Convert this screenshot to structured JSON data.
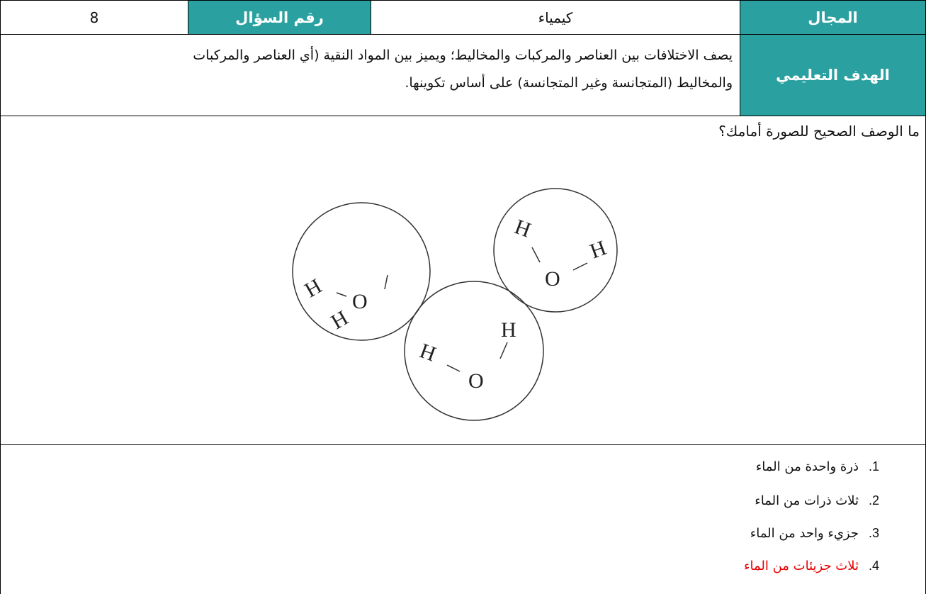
{
  "header": {
    "field_label": "المجال",
    "field_value": "كيمياء",
    "question_number_label": "رقم السؤال",
    "question_number_value": "8"
  },
  "objective": {
    "label": "الهدف التعليمي",
    "line1": "يصف الاختلافات بين العناصر والمركبات والمخاليط؛ ويميز بين المواد النقية (أي العناصر والمركبات",
    "line2": "والمخاليط (المتجانسة وغير المتجانسة) على أساس تكوينها."
  },
  "question": {
    "text": "ما الوصف الصحيح للصورة أمامك؟"
  },
  "figure": {
    "molecules": [
      {
        "atoms": [
          "H",
          "H",
          "O"
        ]
      },
      {
        "atoms": [
          "H",
          "H",
          "O"
        ]
      },
      {
        "atoms": [
          "H",
          "H",
          "O"
        ]
      }
    ]
  },
  "options": [
    {
      "number": "1.",
      "text": "ذرة واحدة من الماء",
      "correct": false
    },
    {
      "number": "2.",
      "text": "ثلاث ذرات من الماء",
      "correct": false
    },
    {
      "number": "3.",
      "text": "جزيء واحد من الماء",
      "correct": false
    },
    {
      "number": "4.",
      "text": "ثلاث جزيئات من الماء",
      "correct": true
    }
  ],
  "colors": {
    "header_teal": "#2aa1a0",
    "correct_answer": "#e60000"
  }
}
